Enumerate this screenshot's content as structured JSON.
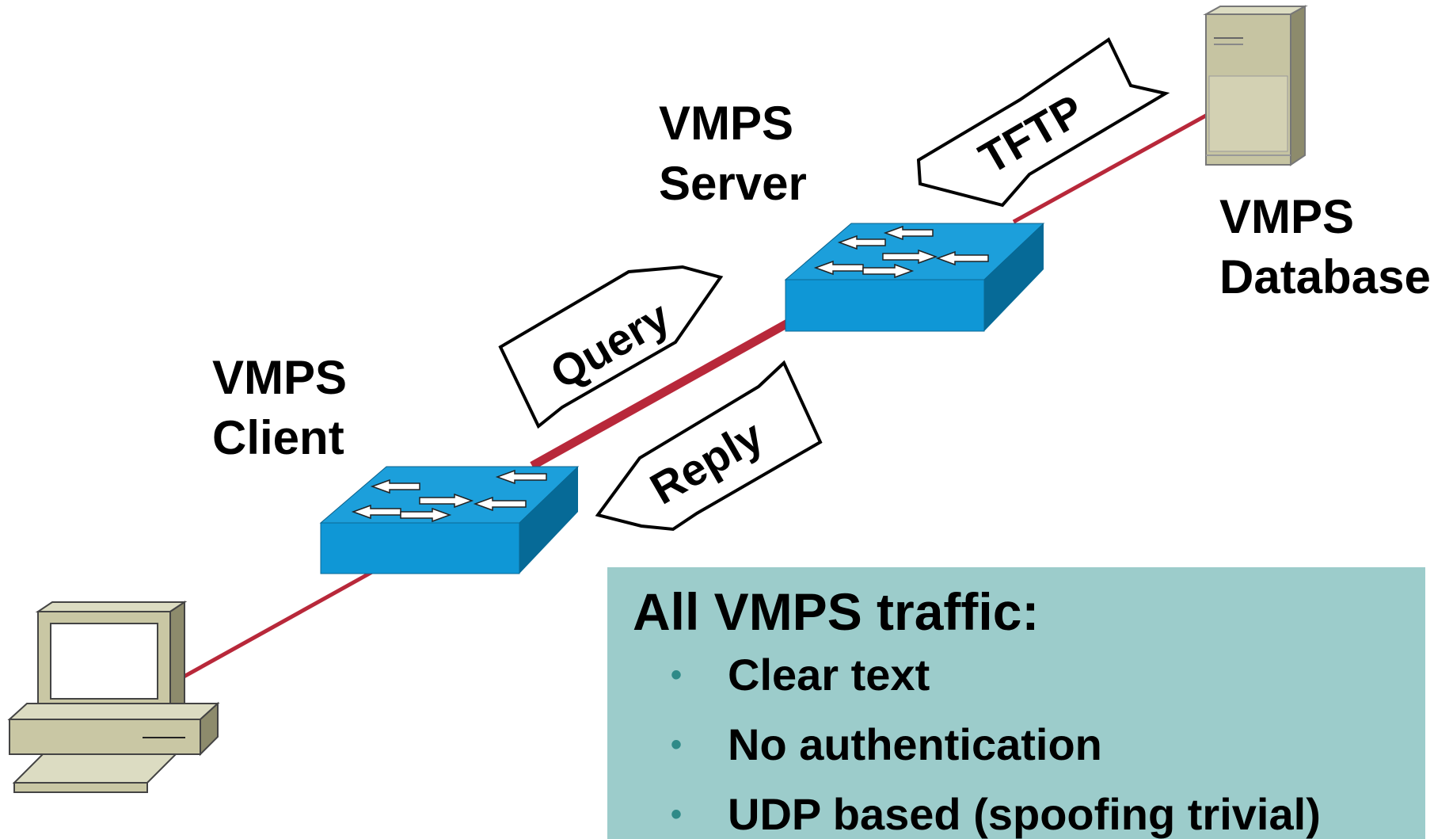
{
  "labels": {
    "server": [
      "VMPS",
      "Server"
    ],
    "database": [
      "VMPS",
      "Database"
    ],
    "client": [
      "VMPS",
      "Client"
    ]
  },
  "arrows": {
    "tftp": "TFTP",
    "query": "Query",
    "reply": "Reply"
  },
  "info": {
    "title": "All VMPS traffic:",
    "bullet_symbol": "•",
    "bullets": [
      "Clear text",
      "No authentication",
      "UDP based (spoofing trivial)"
    ]
  },
  "colors": {
    "link": "#b8283a",
    "switch_top": "#1c9fdb",
    "switch_front": "#0f97d6",
    "switch_side": "#066a97",
    "device_beige": "#c9c7a4",
    "info_bg": "#9ccccb",
    "bullet": "#2f8a88"
  }
}
